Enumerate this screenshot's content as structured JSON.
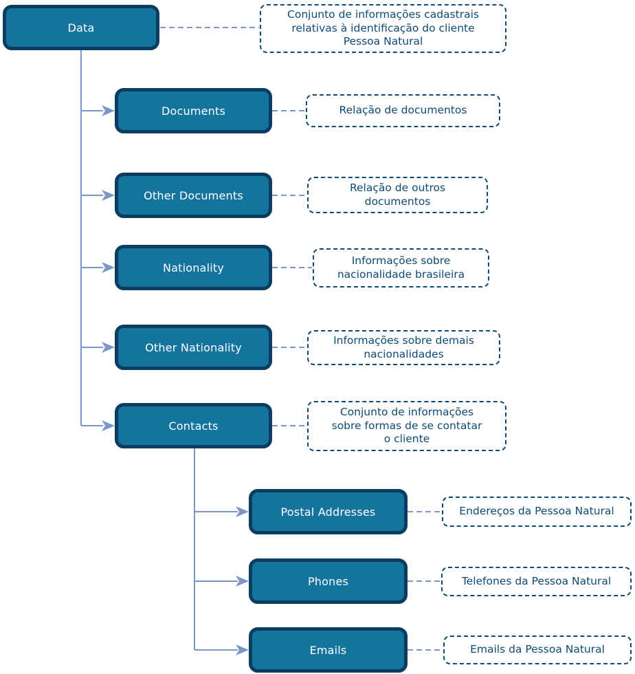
{
  "diagram": {
    "type": "hierarchy-tree",
    "colors": {
      "node_fill": "#15749e",
      "node_border": "#0c3c5f",
      "node_text": "#ffffff",
      "note_border": "#0e4a73",
      "note_text": "#0e4a73",
      "connector": "#7c96c8",
      "background": "#ffffff"
    },
    "nodes": [
      {
        "id": "data",
        "parent": null,
        "label": "Data",
        "note": "Conjunto de informações cadastrais\nrelativas à identificação do cliente\nPessoa Natural"
      },
      {
        "id": "documents",
        "parent": "data",
        "label": "Documents",
        "note": "Relação de documentos"
      },
      {
        "id": "other-documents",
        "parent": "data",
        "label": "Other Documents",
        "note": "Relação de outros\ndocumentos"
      },
      {
        "id": "nationality",
        "parent": "data",
        "label": "Nationality",
        "note": "Informações sobre\nnacionalidade brasileira"
      },
      {
        "id": "other-nationality",
        "parent": "data",
        "label": "Other Nationality",
        "note": "Informações sobre demais\nnacionalidades"
      },
      {
        "id": "contacts",
        "parent": "data",
        "label": "Contacts",
        "note": "Conjunto de informações\nsobre formas de se contatar\no cliente"
      },
      {
        "id": "postal-addresses",
        "parent": "contacts",
        "label": "Postal Addresses",
        "note": "Endereços da Pessoa Natural"
      },
      {
        "id": "phones",
        "parent": "contacts",
        "label": "Phones",
        "note": "Telefones da Pessoa Natural"
      },
      {
        "id": "emails",
        "parent": "contacts",
        "label": "Emails",
        "note": "Emails da Pessoa Natural"
      }
    ]
  }
}
